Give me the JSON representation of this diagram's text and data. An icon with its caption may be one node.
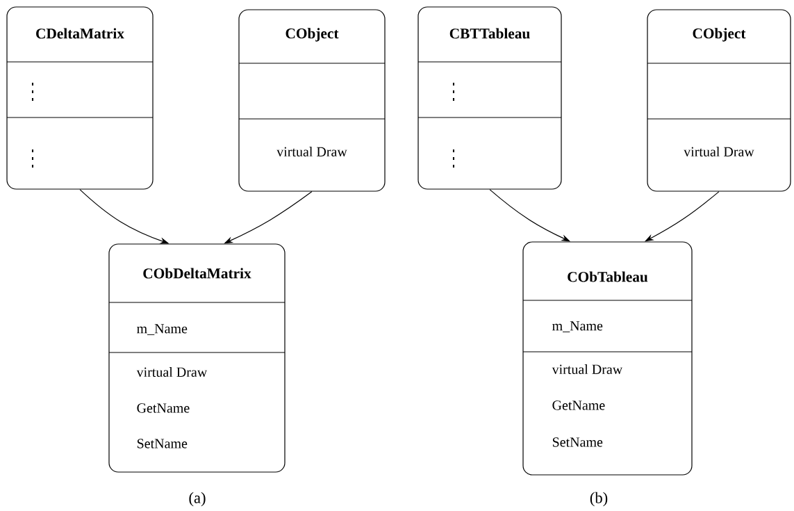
{
  "diagram": {
    "nodes": [
      {
        "text": [
          "CDeltaMatrix",
          "⋮",
          "⋮"
        ]
      },
      {
        "text": [
          "CObject",
          "virtual Draw"
        ]
      },
      {
        "text": [
          "CObDeltaMatrix",
          "m_Name",
          "virtual Draw",
          "GetName",
          "SetName"
        ]
      },
      {
        "text": [
          "CBTTableau",
          "⋮",
          "⋮"
        ]
      },
      {
        "text": [
          "CObject",
          "virtual Draw"
        ]
      },
      {
        "text": [
          "CObTableau",
          "m_Name",
          "virtual Draw",
          "GetName",
          "SetName"
        ]
      }
    ],
    "edges": [
      {
        "from": 0,
        "to": 2,
        "arrow": "to"
      },
      {
        "from": 1,
        "to": 2,
        "arrow": "to"
      },
      {
        "from": 3,
        "to": 5,
        "arrow": "to"
      },
      {
        "from": 4,
        "to": 5,
        "arrow": "to"
      }
    ],
    "labels": [
      "(a)",
      "(b)"
    ]
  }
}
